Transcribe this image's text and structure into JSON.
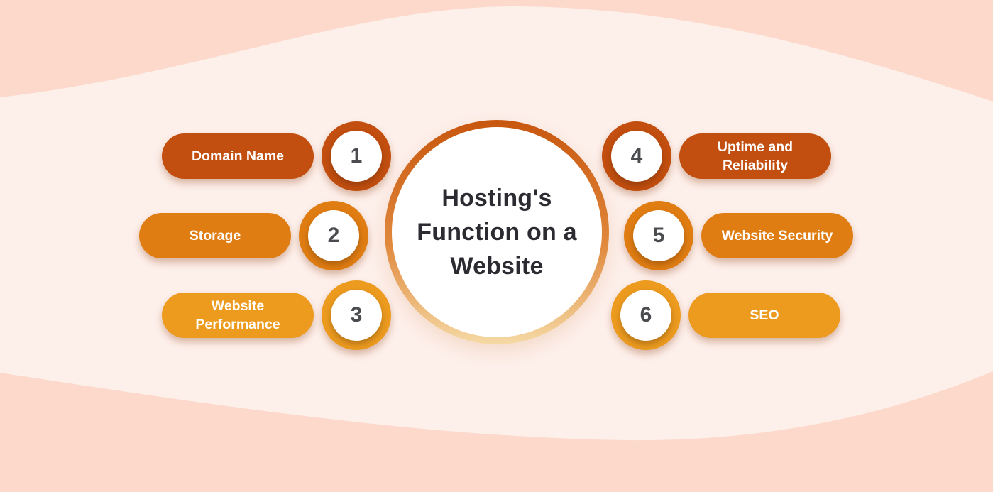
{
  "background": {
    "base_color": "#FDEFEA",
    "wave_color": "#FCD9CB"
  },
  "center": {
    "title": "Hosting's Function on a Website",
    "title_lines": [
      "Hosting's",
      "Function on a",
      "Website"
    ],
    "ring_gradient_top": "#C8560E",
    "ring_gradient_bottom": "#F5D9A4",
    "fill_color": "#FFFFFF",
    "text_color": "#2B2B31"
  },
  "number_color": "#4A4C50",
  "label_color": "#FFFFFF",
  "items": [
    {
      "number": "1",
      "label": "Domain Name",
      "color": "#C24E0F",
      "side": "left"
    },
    {
      "number": "2",
      "label": "Storage",
      "color": "#E07D12",
      "side": "left"
    },
    {
      "number": "3",
      "label": "Website Performance",
      "color": "#EC9B1F",
      "side": "left"
    },
    {
      "number": "4",
      "label": "Uptime and Reliability",
      "color": "#C24E0F",
      "side": "right"
    },
    {
      "number": "5",
      "label": "Website Security",
      "color": "#E07D12",
      "side": "right"
    },
    {
      "number": "6",
      "label": "SEO",
      "color": "#EC9B1F",
      "side": "right"
    }
  ]
}
